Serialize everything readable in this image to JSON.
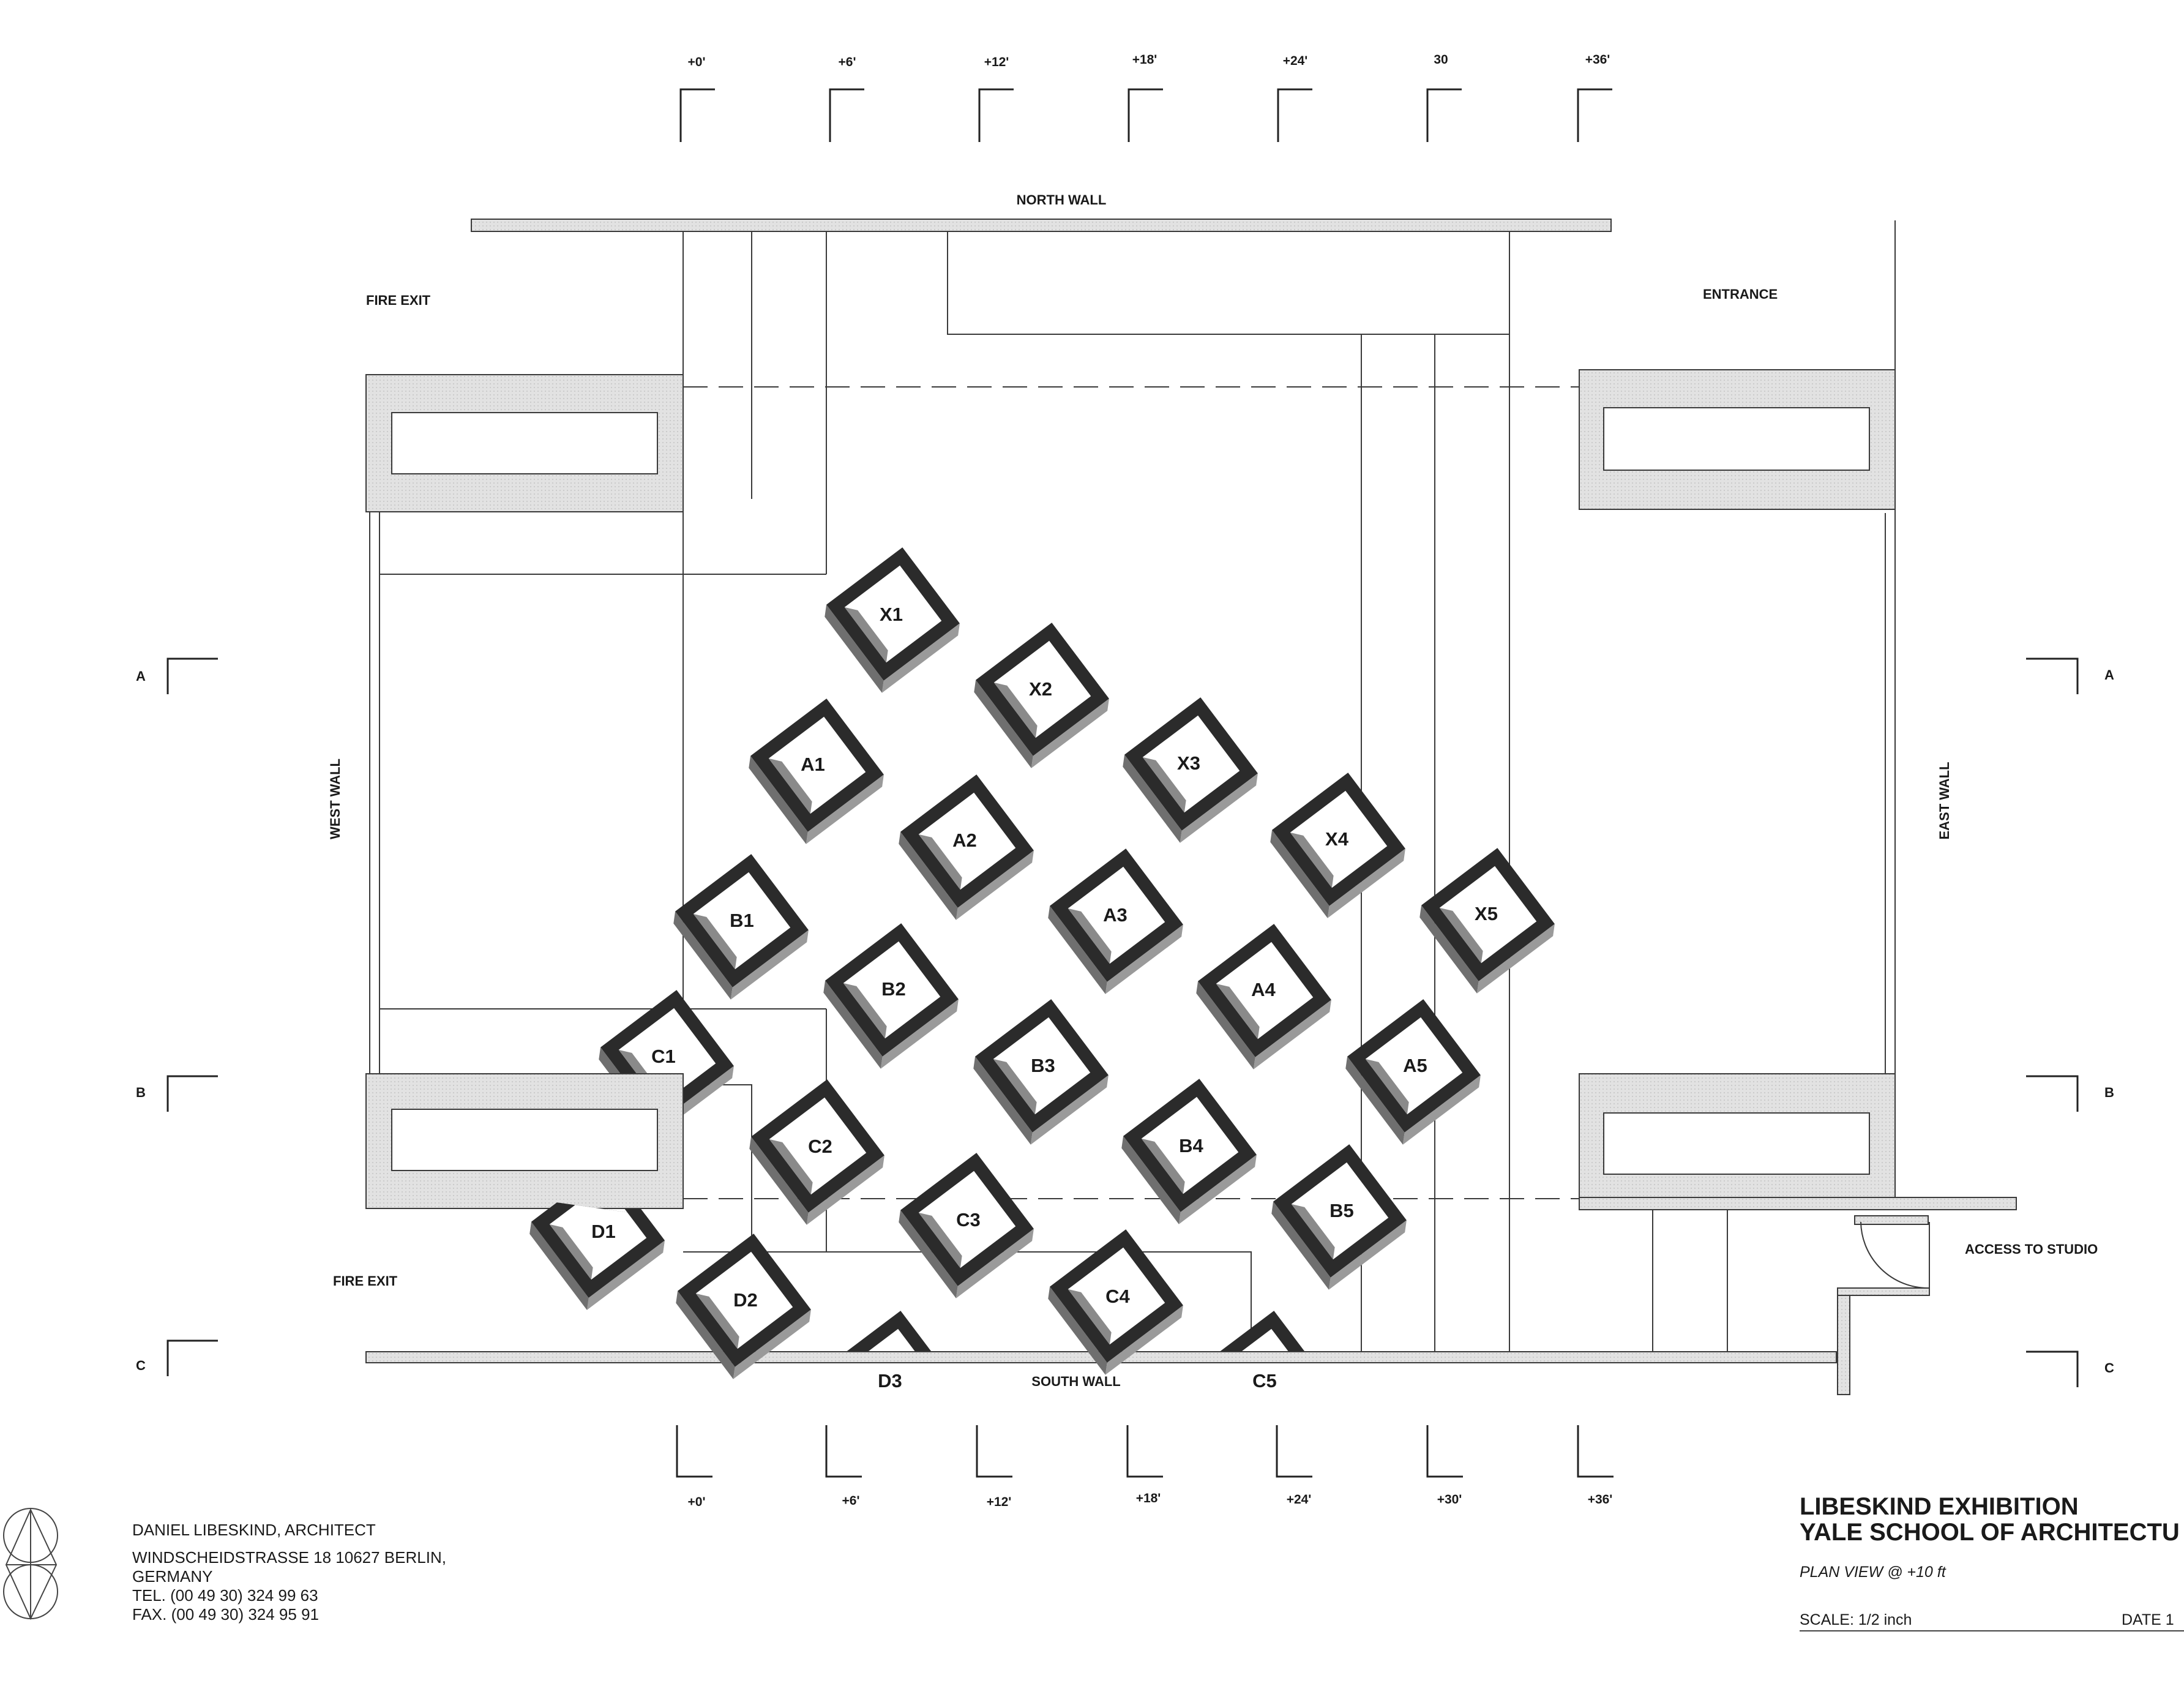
{
  "grid": {
    "top_marks": [
      "+0'",
      "+6'",
      "+12'",
      "+18'",
      "+24'",
      "30",
      "+36'"
    ],
    "bottom_marks": [
      "+0'",
      "+6'",
      "+12'",
      "+18'",
      "+24'",
      "+30'",
      "+36'"
    ],
    "section_marks": [
      "A",
      "B",
      "C"
    ]
  },
  "room": {
    "north_wall": "NORTH WALL",
    "south_wall": "SOUTH WALL",
    "west_wall": "WEST WALL",
    "east_wall": "EAST WALL",
    "fire_exit_top": "FIRE EXIT",
    "fire_exit_bottom": "FIRE EXIT",
    "entrance": "ENTRANCE",
    "access": "ACCESS TO STUDIO"
  },
  "boxes": {
    "X1": "X1",
    "X2": "X2",
    "X3": "X3",
    "X4": "X4",
    "X5": "X5",
    "A1": "A1",
    "A2": "A2",
    "A3": "A3",
    "A4": "A4",
    "A5": "A5",
    "B1": "B1",
    "B2": "B2",
    "B3": "B3",
    "B4": "B4",
    "B5": "B5",
    "C1": "C1",
    "C2": "C2",
    "C3": "C3",
    "C4": "C4",
    "C5": "C5",
    "D1": "D1",
    "D2": "D2",
    "D3": "D3"
  },
  "firm": {
    "name": "DANIEL LIBESKIND, ARCHITECT",
    "street": "WINDSCHEIDSTRASSE 18    10627  BERLIN,",
    "country": "GERMANY",
    "tel": "TEL. (00 49 30) 324 99 63",
    "fax": "FAX.  (00 49 30) 324 95 91"
  },
  "title_block": {
    "line1": "LIBESKIND EXHIBITION",
    "line2": "YALE SCHOOL OF ARCHITECTU",
    "view": "PLAN VIEW @ +10 ft",
    "scale": "SCALE: 1/2 inch",
    "date": "DATE 1"
  },
  "colors": {
    "ink": "#1a1a1a",
    "box_frame": "#2b2b2b",
    "box_side": "#7a7a7a",
    "wall_fill": "#dcdcdc"
  }
}
